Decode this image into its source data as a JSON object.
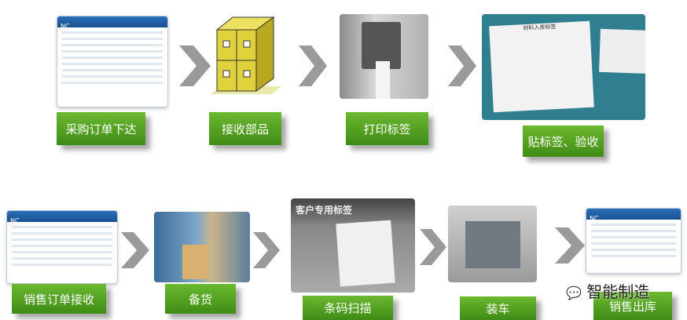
{
  "steps": [
    {
      "label": "采购订单下达",
      "image": "nc-erp-screenshot"
    },
    {
      "label": "接收部品",
      "image": "stacked-boxes"
    },
    {
      "label": "打印标签",
      "image": "label-printer"
    },
    {
      "label": "贴标签、验收",
      "image": "labelled-material"
    },
    {
      "label": "销售订单接收",
      "image": "nc-erp-screenshot"
    },
    {
      "label": "备货",
      "image": "warehouse-shelves"
    },
    {
      "label": "条码扫描",
      "image": "barcode-label"
    },
    {
      "label": "装车",
      "image": "truck-loading"
    },
    {
      "label": "销售出库",
      "image": "nc-erp-screenshot"
    }
  ],
  "screenshot_logo": "NC",
  "photo_texts": {
    "label_title": "材料入库标签",
    "barcode_banner": "客户专用标签"
  },
  "watermark": "智能制造",
  "colors": {
    "label_green": "#4f9e20",
    "arrow_gray": "#9a9a9a"
  }
}
